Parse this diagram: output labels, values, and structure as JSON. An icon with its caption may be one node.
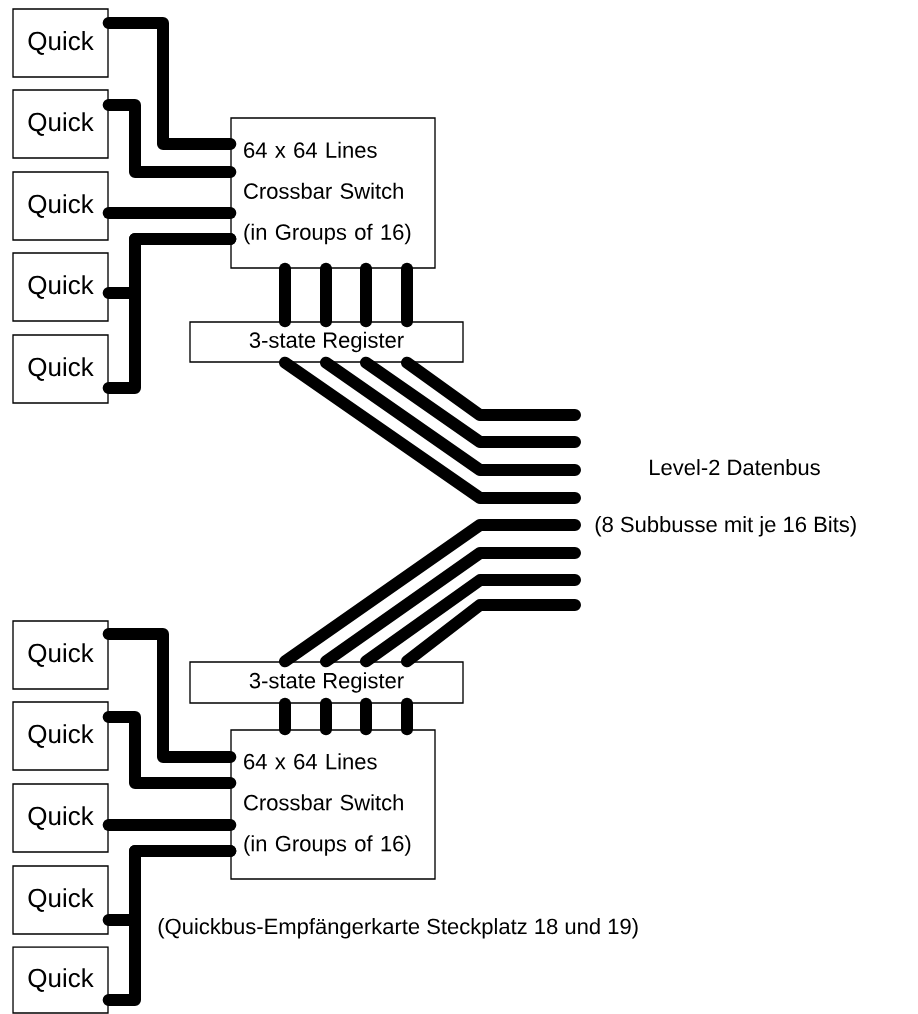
{
  "diagram": {
    "nodes": [
      {
        "text": [
          "Quick"
        ]
      },
      {
        "text": [
          "Quick"
        ]
      },
      {
        "text": [
          "Quick"
        ]
      },
      {
        "text": [
          "Quick"
        ]
      },
      {
        "text": [
          "Quick"
        ]
      },
      {
        "text": [
          "64 x 64 Lines Crossbar Switch (in Groups of 16)"
        ]
      },
      {
        "text": [
          "3-state Register"
        ]
      },
      {
        "text": [
          "3-state Register"
        ]
      },
      {
        "text": [
          "64 x 64 Lines Crossbar Switch (in Groups of 16)"
        ]
      },
      {
        "text": [
          "Quick"
        ]
      },
      {
        "text": [
          "Quick"
        ]
      },
      {
        "text": [
          "Quick"
        ]
      },
      {
        "text": [
          "Quick"
        ]
      },
      {
        "text": [
          "Quick"
        ]
      }
    ],
    "edges": [
      {
        "from": 0,
        "to": 5,
        "arrow": "none"
      },
      {
        "from": 1,
        "to": 5,
        "arrow": "none"
      },
      {
        "from": 2,
        "to": 5,
        "arrow": "none"
      },
      {
        "from": 3,
        "to": 5,
        "arrow": "none"
      },
      {
        "from": 4,
        "to": 5,
        "arrow": "none"
      },
      {
        "from": 5,
        "to": 6,
        "arrow": "none"
      },
      {
        "from": 5,
        "to": 6,
        "arrow": "none"
      },
      {
        "from": 5,
        "to": 6,
        "arrow": "none"
      },
      {
        "from": 5,
        "to": 6,
        "arrow": "none"
      },
      {
        "from": 6,
        "to": null,
        "arrow": "none"
      },
      {
        "from": 6,
        "to": null,
        "arrow": "none"
      },
      {
        "from": 6,
        "to": null,
        "arrow": "none"
      },
      {
        "from": 6,
        "to": null,
        "arrow": "none"
      },
      {
        "from": 7,
        "to": null,
        "arrow": "none"
      },
      {
        "from": 7,
        "to": null,
        "arrow": "none"
      },
      {
        "from": 7,
        "to": null,
        "arrow": "none"
      },
      {
        "from": 7,
        "to": null,
        "arrow": "none"
      },
      {
        "from": 8,
        "to": 7,
        "arrow": "none"
      },
      {
        "from": 8,
        "to": 7,
        "arrow": "none"
      },
      {
        "from": 8,
        "to": 7,
        "arrow": "none"
      },
      {
        "from": 8,
        "to": 7,
        "arrow": "none"
      },
      {
        "from": 9,
        "to": 8,
        "arrow": "none"
      },
      {
        "from": 10,
        "to": 8,
        "arrow": "none"
      },
      {
        "from": 11,
        "to": 8,
        "arrow": "none"
      },
      {
        "from": 12,
        "to": 8,
        "arrow": "none"
      },
      {
        "from": 13,
        "to": 8,
        "arrow": "none"
      }
    ],
    "labels": [
      "Level-2 Datenbus",
      "(8 Subbusse mit je 16 Bits)",
      "(Quickbus-Empfängerkarte Steckplatz 18 und 19)"
    ]
  }
}
